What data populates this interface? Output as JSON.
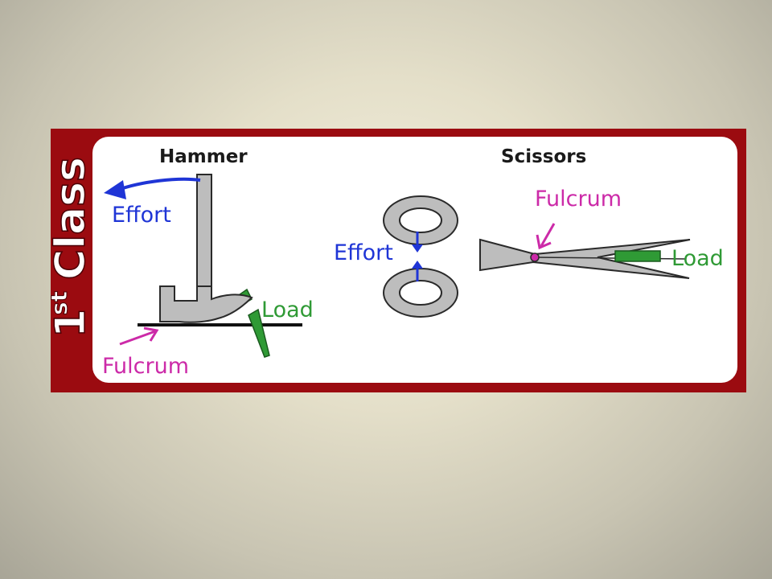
{
  "side_label": {
    "number": "1",
    "suffix": "st",
    "word": "Class"
  },
  "hammer": {
    "title": "Hammer",
    "effort_label": "Effort",
    "load_label": "Load",
    "fulcrum_label": "Fulcrum"
  },
  "scissors": {
    "title": "Scissors",
    "effort_label": "Effort",
    "load_label": "Load",
    "fulcrum_label": "Fulcrum"
  },
  "colors": {
    "panel_border": "#9b0b10",
    "effort": "#1f35d6",
    "fulcrum": "#cc2aa8",
    "load": "#2f9a35",
    "tool_gray": "#bdbdbd",
    "outline": "#2a2a2a"
  }
}
